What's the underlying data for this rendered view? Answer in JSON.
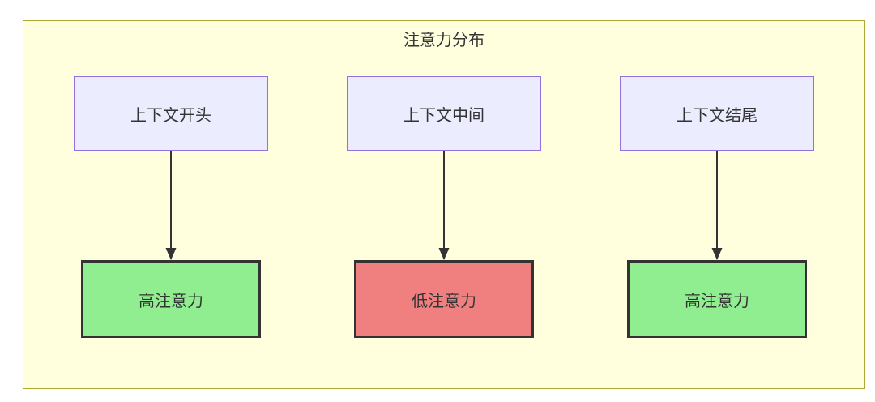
{
  "diagram": {
    "title": "注意力分布",
    "columns": [
      {
        "source": "上下文开头",
        "target": "高注意力",
        "level": "high"
      },
      {
        "source": "上下文中间",
        "target": "低注意力",
        "level": "low"
      },
      {
        "source": "上下文结尾",
        "target": "高注意力",
        "level": "high"
      }
    ],
    "colors": {
      "cluster_bg": "#FFFFDE",
      "cluster_border": "#AAAA33",
      "source_bg": "#ECECFF",
      "source_border": "#9370DB",
      "high_bg": "#90EE90",
      "low_bg": "#F08080",
      "target_border": "#333333",
      "arrow": "#333333",
      "text": "#333333"
    }
  }
}
